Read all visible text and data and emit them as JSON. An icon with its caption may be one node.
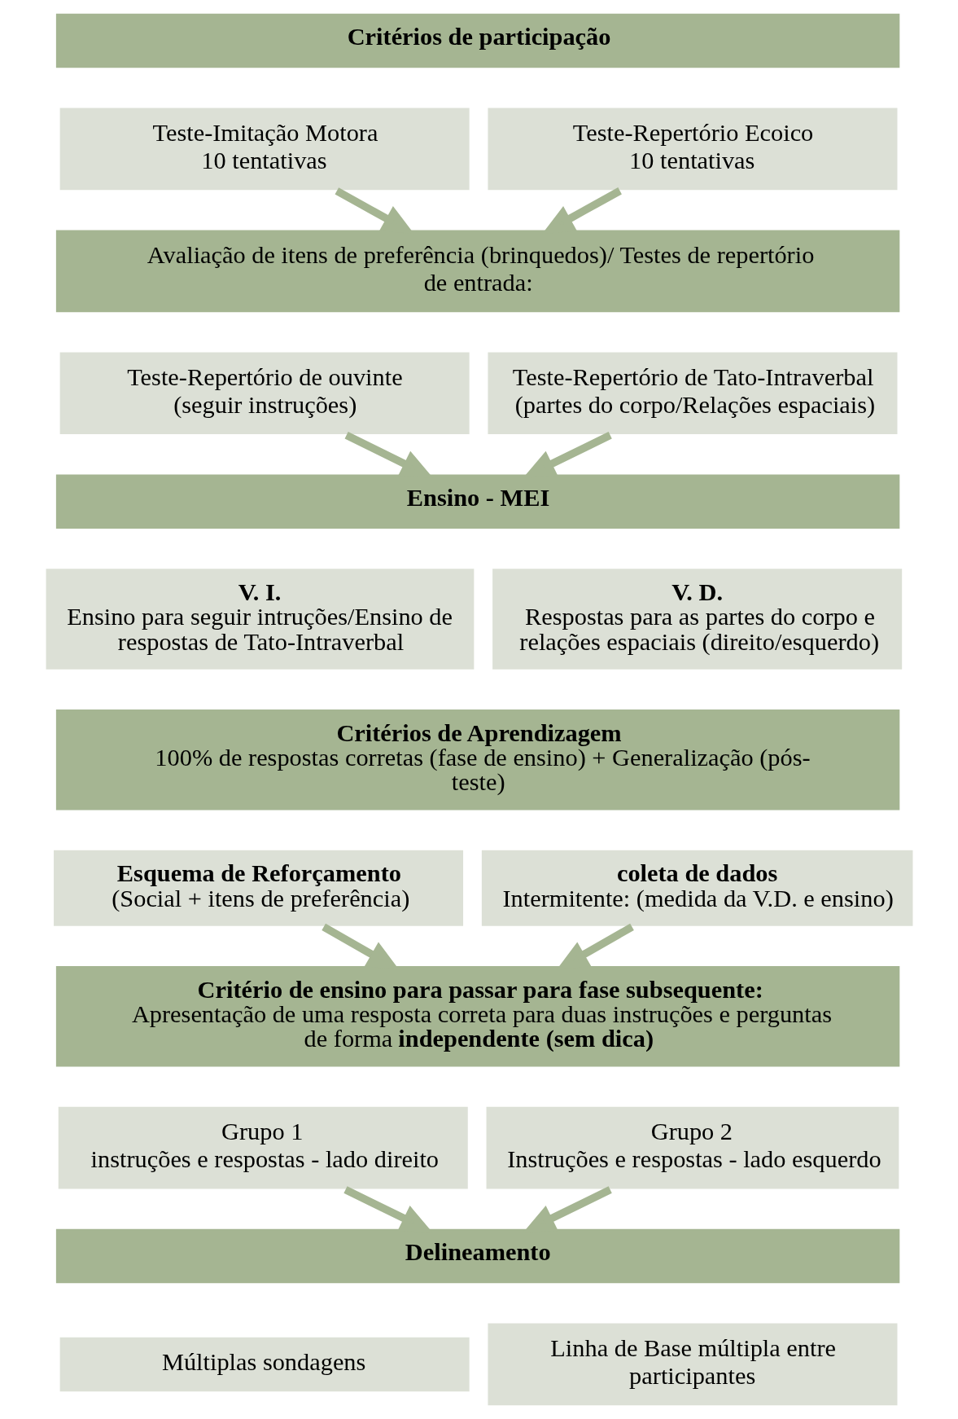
{
  "diagram": {
    "nodes": [
      {
        "text": [
          "Critérios de participação"
        ]
      },
      {
        "text": [
          "Teste-Imitação Motora",
          "10 tentativas"
        ]
      },
      {
        "text": [
          "Teste-Repertório Ecoico",
          "10 tentativas"
        ]
      },
      {
        "text": [
          "Avaliação de itens de preferência (brinquedos)/ Testes de repertório de entrada:"
        ]
      },
      {
        "text": [
          "Teste-Repertório de ouvinte",
          "(seguir instruções)"
        ]
      },
      {
        "text": [
          "Teste-Repertório de Tato-Intraverbal",
          "(partes do corpo/Relações espaciais)"
        ]
      },
      {
        "text": [
          "Ensino - MEI"
        ]
      },
      {
        "text": [
          "V. I.",
          "Ensino para seguir intruções/Ensino de respostas de Tato-Intraverbal"
        ]
      },
      {
        "text": [
          "V. D.",
          "Respostas para as partes do corpo e relações espaciais (direito/esquerdo)"
        ]
      },
      {
        "text": [
          "Critérios de Aprendizagem",
          "100% de respostas corretas (fase de ensino) + Generalização (pós-teste)"
        ]
      },
      {
        "text": [
          "Esquema de Reforçamento",
          "(Social + itens de preferência)"
        ]
      },
      {
        "text": [
          "coleta de dados",
          "Intermitente: (medida da V.D. e ensino)"
        ]
      },
      {
        "text": [
          "Critério de ensino para passar para fase subsequente:",
          "Apresentação de uma resposta correta para duas instruções e perguntas de forma **independente (sem dica)**"
        ]
      },
      {
        "text": [
          "Grupo 1",
          "instruções e respostas - lado direito"
        ]
      },
      {
        "text": [
          "Grupo 2",
          "Instruções e respostas - lado esquerdo"
        ]
      },
      {
        "text": [
          "Delineamento"
        ]
      },
      {
        "text": [
          "Múltiplas sondagens"
        ]
      },
      {
        "text": [
          "Linha de Base múltipla entre participantes"
        ]
      }
    ],
    "edges": [
      {
        "from": 1,
        "to": 3,
        "arrow": "to"
      },
      {
        "from": 2,
        "to": 3,
        "arrow": "to"
      },
      {
        "from": 4,
        "to": 6,
        "arrow": "to"
      },
      {
        "from": 5,
        "to": 6,
        "arrow": "to"
      },
      {
        "from": 10,
        "to": 12,
        "arrow": "to"
      },
      {
        "from": 11,
        "to": 12,
        "arrow": "to"
      },
      {
        "from": 13,
        "to": 15,
        "arrow": "to"
      },
      {
        "from": 14,
        "to": 15,
        "arrow": "to"
      }
    ]
  }
}
